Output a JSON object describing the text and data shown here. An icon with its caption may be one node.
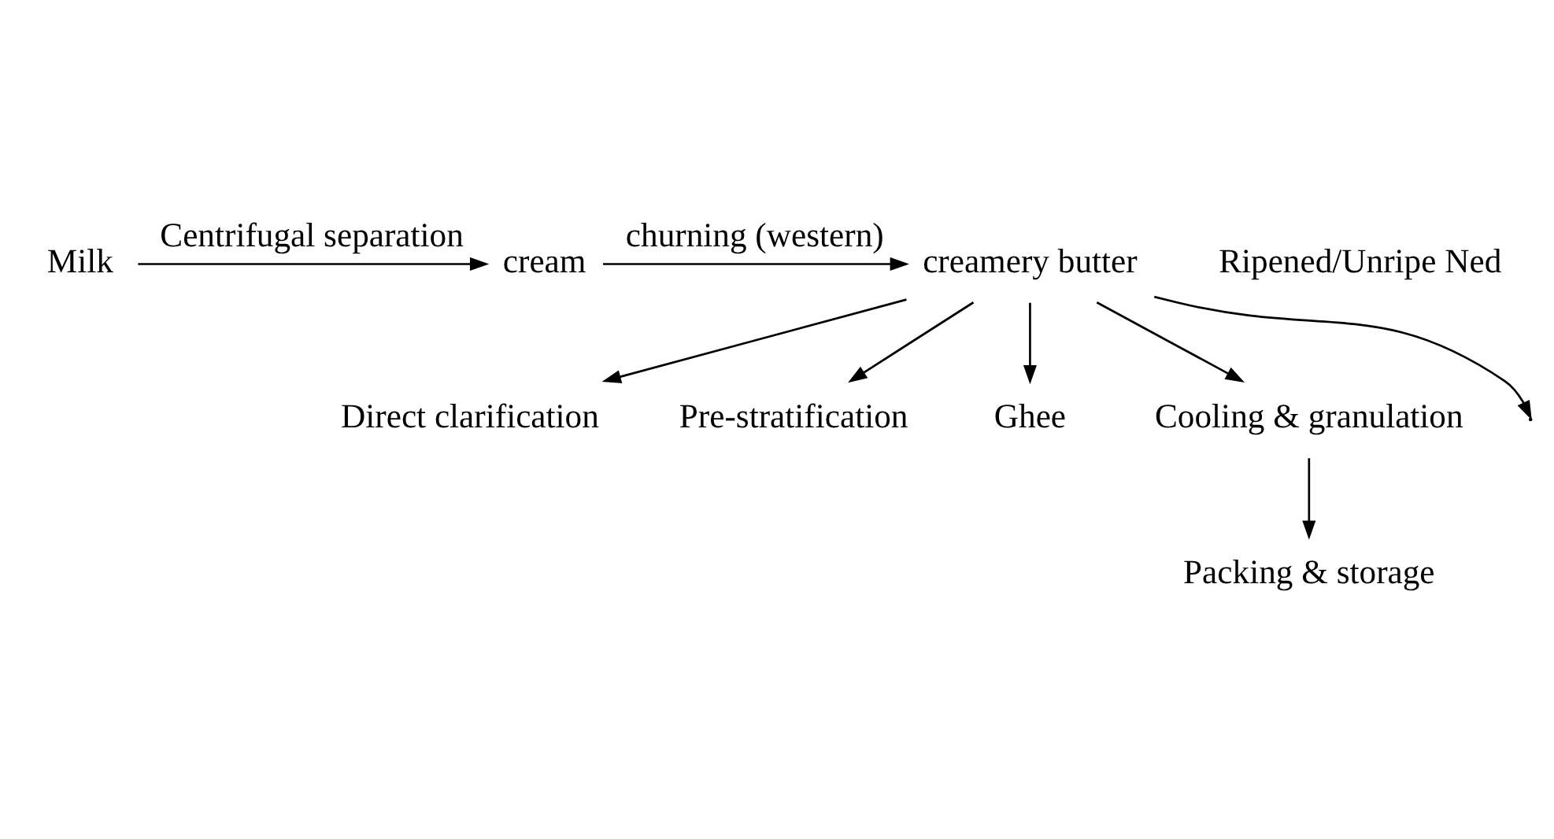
{
  "diagram": {
    "nodes": [
      {
        "text": [
          "Milk"
        ]
      },
      {
        "text": [
          "cream"
        ]
      },
      {
        "text": [
          "creamery butter"
        ]
      },
      {
        "text": [
          "Direct clarification"
        ]
      },
      {
        "text": [
          "Pre-stratification"
        ]
      },
      {
        "text": [
          "Ghee"
        ]
      },
      {
        "text": [
          "Cooling & granulation"
        ]
      },
      {
        "text": [
          "Packing & storage"
        ]
      }
    ],
    "edges": [
      {
        "from": 0,
        "to": 1,
        "arrow": "to",
        "label": "Centrifugal separation"
      },
      {
        "from": 1,
        "to": 2,
        "arrow": "to",
        "label": "churning (western)"
      },
      {
        "from": 2,
        "to": 3,
        "arrow": "to"
      },
      {
        "from": 2,
        "to": 4,
        "arrow": "to"
      },
      {
        "from": 2,
        "to": 5,
        "arrow": "to"
      },
      {
        "from": 2,
        "to": 6,
        "arrow": "to"
      },
      {
        "from": 2,
        "to": null,
        "arrow": "to"
      },
      {
        "from": 6,
        "to": 7,
        "arrow": "to"
      }
    ],
    "labels": [
      "Ripened/Unripe Ned"
    ]
  }
}
